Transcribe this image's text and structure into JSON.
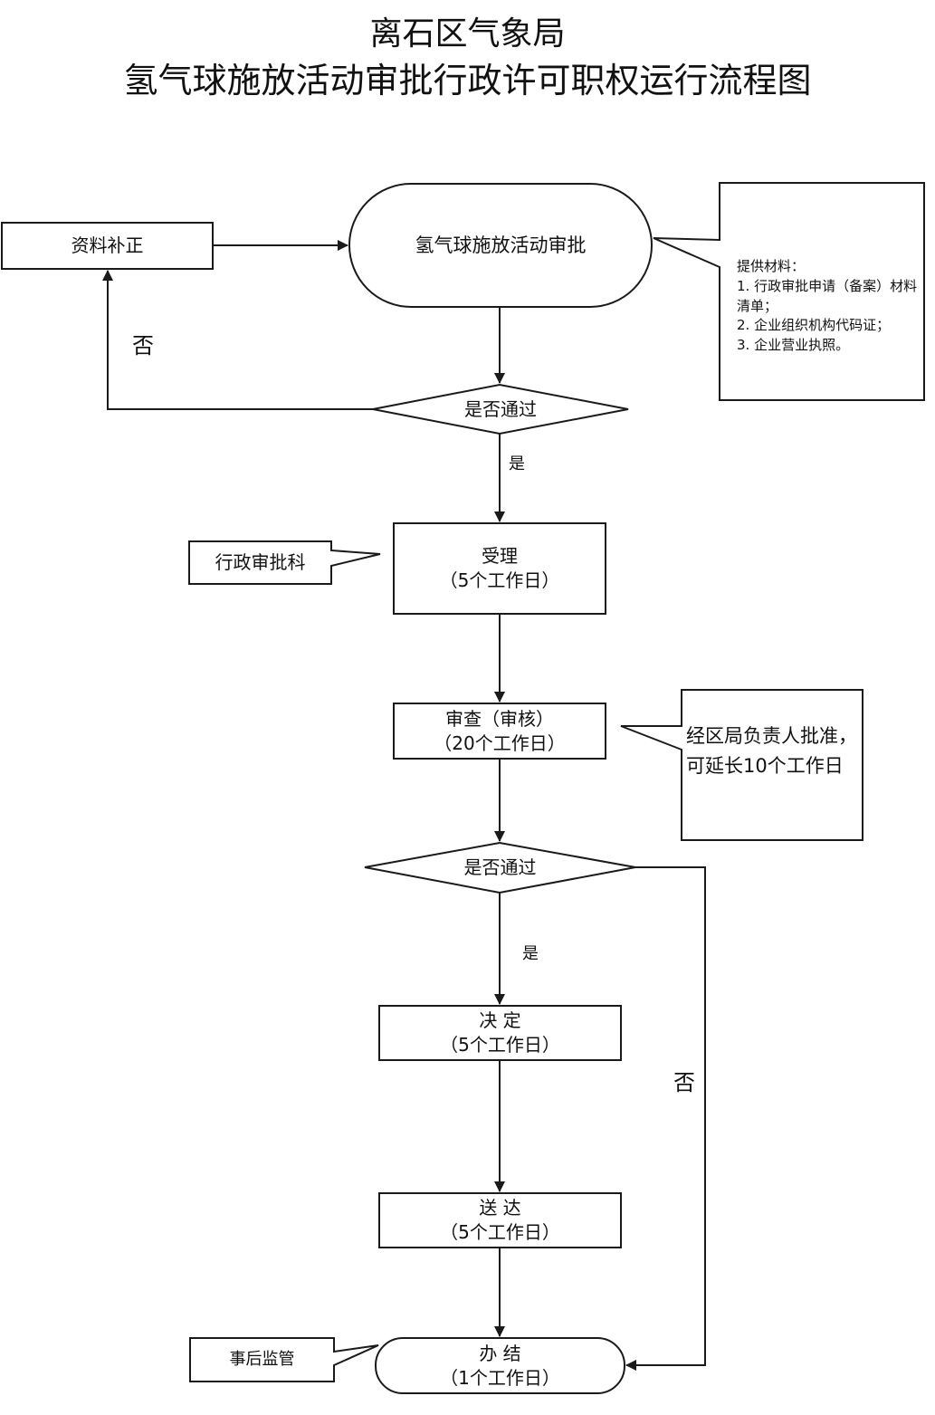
{
  "title": {
    "line1": "离石区气象局",
    "line2": "氢气球施放活动审批行政许可职权运行流程图"
  },
  "nodes": {
    "start": "氢气球施放活动审批",
    "supplement": "资料补正",
    "decision1": "是否通过",
    "accept": {
      "line1": "受理",
      "line2": "（5个工作日）"
    },
    "review": {
      "line1": "审查（审核）",
      "line2": "（20个工作日）"
    },
    "decision2": "是否通过",
    "decide": {
      "line1": "决 定",
      "line2": "（5个工作日）"
    },
    "deliver": {
      "line1": "送 达",
      "line2": "（5个工作日）"
    },
    "finish": {
      "line1": "办 结",
      "line2": "（1个工作日）"
    }
  },
  "edges": {
    "no1": "否",
    "yes1": "是",
    "yes2": "是",
    "no2": "否"
  },
  "callouts": {
    "materials": {
      "heading": "提供材料：",
      "items": [
        "1. 行政审批申请（备案）材料清单；",
        "2. 企业组织机构代码证；",
        "3. 企业营业执照。"
      ]
    },
    "department": "行政审批科",
    "extension": "经区局负责人批准，可延长10个工作日",
    "supervision": "事后监管"
  }
}
